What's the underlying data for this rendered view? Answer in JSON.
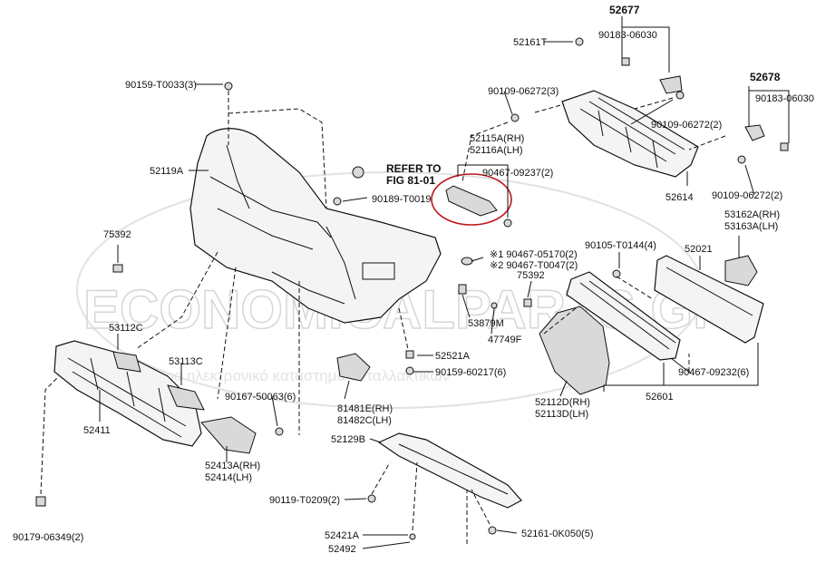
{
  "watermark": {
    "brand": "ECONOMICALPARTS.GR",
    "tagline": "Το μεγαλύτερο ηλεκτρονικό κατάστημα ανταλλακτικών"
  },
  "labels": {
    "p52677": "52677",
    "p90183a": "90183-06030",
    "p52161t": "52161T",
    "p52678": "52678",
    "p90183b": "90183-06030",
    "p90159_t0033": "90159-T0033(3)",
    "p90109_3": "90109-06272(3)",
    "p90109_2a": "90109-06272(2)",
    "p52115a": "52115A(RH)",
    "p52116a": "52116A(LH)",
    "p52119a": "52119A",
    "refer1": "REFER TO",
    "refer2": "FIG 81-01",
    "p90467_09237": "90467-09237(2)",
    "p90109_2b": "90109-06272(2)",
    "p52614": "52614",
    "p90189": "90189-T0019",
    "p53162a": "53162A(RH)",
    "p53163a": "53163A(LH)",
    "p75392a": "75392",
    "p90105": "90105-T0144(4)",
    "p52021": "52021",
    "p90467_05170": "※1 90467-05170(2)",
    "p90467_t0047": "※2 90467-T0047(2)",
    "p75392b": "75392",
    "p53112c": "53112C",
    "p53879m": "53879M",
    "p47749f": "47749F",
    "p52521a": "52521A",
    "p53113c": "53113C",
    "p90159_60217": "90159-60217(6)",
    "p90467_09232": "90467-09232(6)",
    "p90167": "90167-50063(6)",
    "p81481e": "81481E(RH)",
    "p81482c": "81482C(LH)",
    "p52112d": "52112D(RH)",
    "p52113d": "52113D(LH)",
    "p52601": "52601",
    "p52411": "52411",
    "p52129b": "52129B",
    "p52413a": "52413A(RH)",
    "p52414": "52414(LH)",
    "p90119": "90119-T0209(2)",
    "p90179": "90179-06349(2)",
    "p52421a": "52421A",
    "p52161_0k050": "52161-0K050(5)",
    "p52492": "52492"
  }
}
